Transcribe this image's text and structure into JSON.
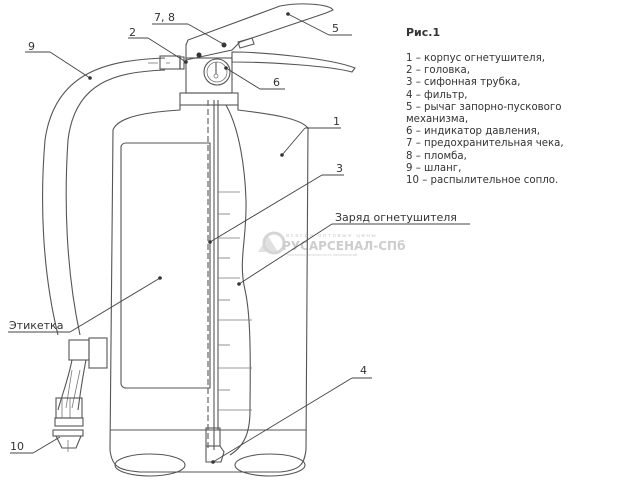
{
  "figure": {
    "title": "Рис.1",
    "legend": [
      "1 – корпус огнетушителя,",
      "2 – головка,",
      "3 – сифонная трубка,",
      "4 – фильтр,",
      "5 – рычаг запорно-пускового",
      "механизма,",
      "6 – индикатор давления,",
      "7 – предохранительная чека,",
      "8 – пломба,",
      "9 – шланг,",
      "10 – распылительное сопло."
    ],
    "callouts": {
      "c1": "1",
      "c2": "2",
      "c3": "3",
      "c4": "4",
      "c5": "5",
      "c6": "6",
      "c78": "7, 8",
      "c9": "9",
      "c10": "10",
      "charge": "Заряд огнетушителя",
      "label": "Этикетка"
    },
    "watermark": {
      "logo": "РУСАРСЕНАЛ-СПб",
      "tagline": "всегда оптовые цены",
      "subline": "пожарная безопасность предприятий"
    }
  }
}
